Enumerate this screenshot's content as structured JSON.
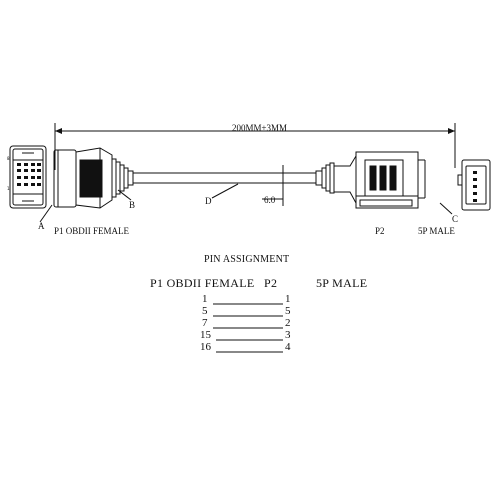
{
  "diagram": {
    "dimension_label": "200MM±3MM",
    "thickness_label": "6.0",
    "callouts": {
      "a": "A",
      "b": "B",
      "c": "C",
      "d": "D"
    },
    "p1_label": "P1 OBDII FEMALE",
    "p2_label": "P2",
    "p2_type_label": "5P MALE"
  },
  "pin_table": {
    "title": "PIN ASSIGNMENT",
    "header_left": "P1 OBDII FEMALE",
    "header_mid": "P2",
    "header_right": "5P MALE",
    "rows": [
      {
        "p1": "1",
        "p2": "1"
      },
      {
        "p1": "5",
        "p2": "5"
      },
      {
        "p1": "7",
        "p2": "2"
      },
      {
        "p1": "15",
        "p2": "3"
      },
      {
        "p1": "16",
        "p2": "4"
      }
    ]
  }
}
